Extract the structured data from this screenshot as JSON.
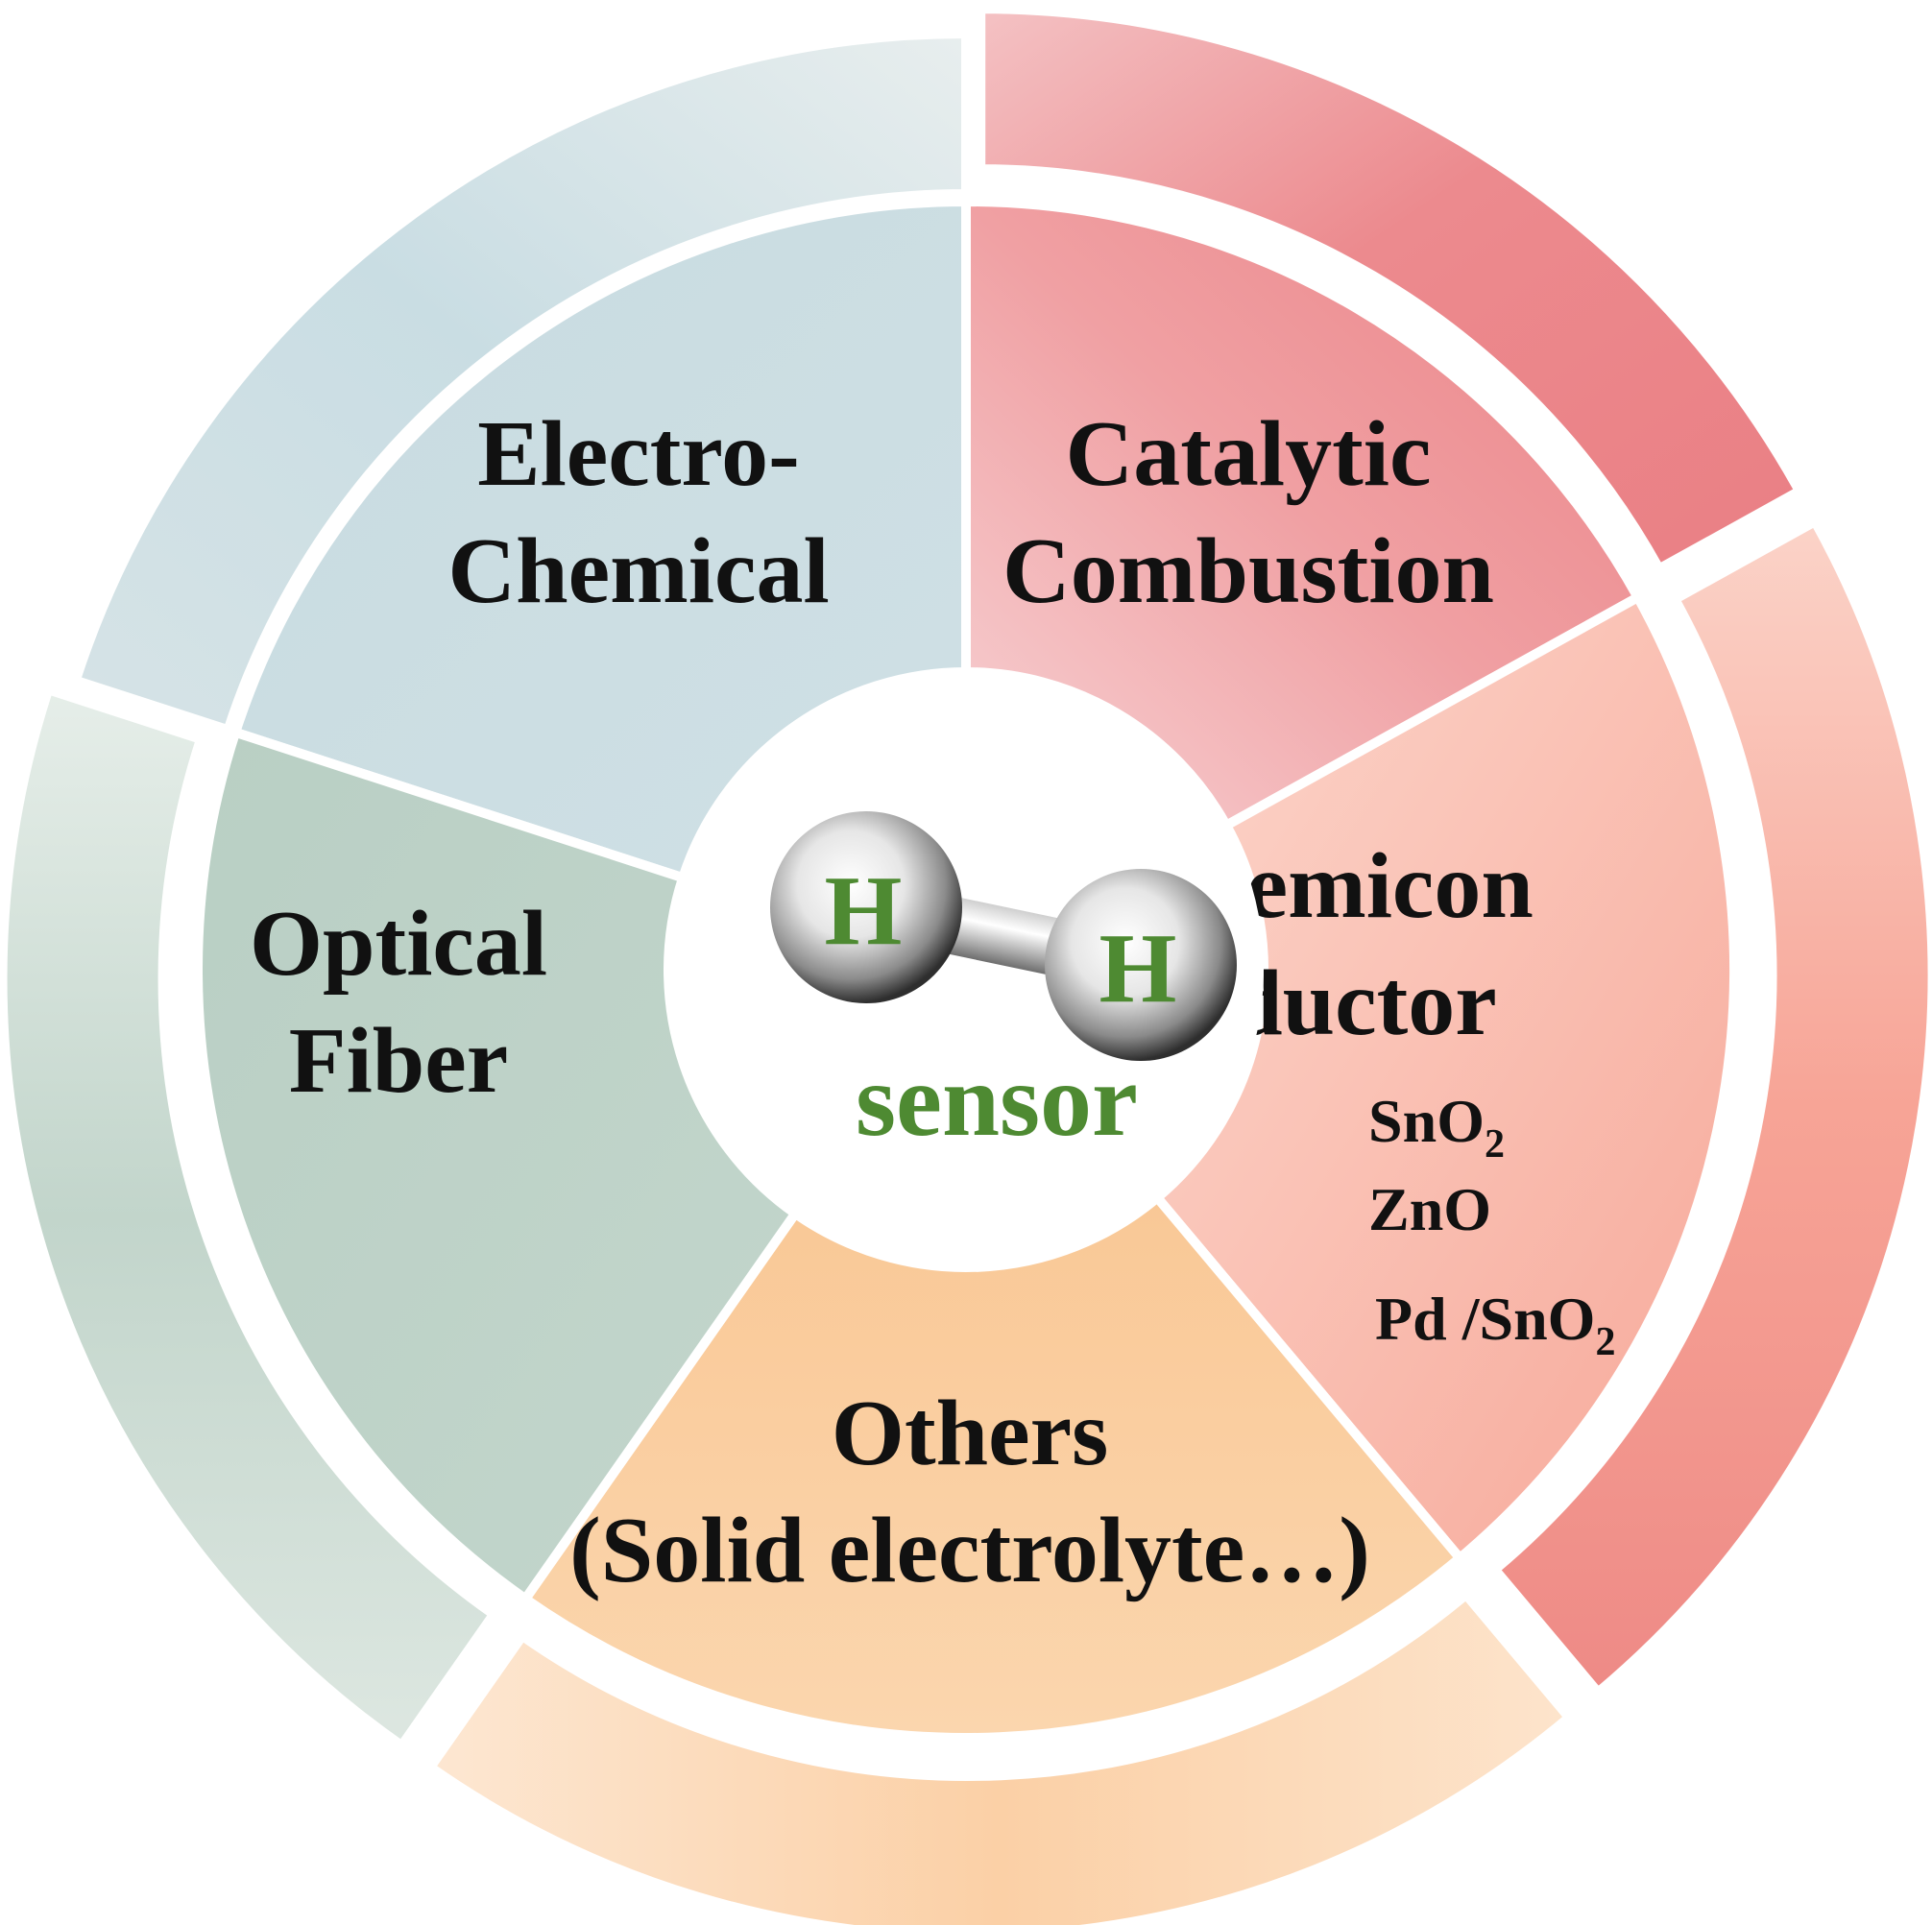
{
  "center": {
    "atom_symbol_left": "H",
    "atom_symbol_right": "H",
    "caption": "sensor",
    "molecule_icon": "hydrogen-molecule-icon"
  },
  "segments": [
    {
      "id": "electrochemical",
      "lines": [
        "Electro-",
        "Chemical"
      ],
      "materials": []
    },
    {
      "id": "catalytic",
      "lines": [
        "Catalytic",
        "Combustion"
      ],
      "materials": []
    },
    {
      "id": "semiconductor",
      "lines": [
        "Semicon",
        "ductor"
      ],
      "materials": [
        {
          "base": "SnO",
          "sub": "2"
        },
        {
          "base": "ZnO",
          "sub": ""
        },
        {
          "base": "Pd /SnO",
          "sub": "2"
        }
      ]
    },
    {
      "id": "others",
      "lines": [
        "Others",
        "(Solid electrolyte…)"
      ],
      "materials": []
    },
    {
      "id": "optical",
      "lines": [
        "Optical",
        "Fiber"
      ],
      "materials": []
    }
  ],
  "colors": {
    "electrochemical": "#c9dde3",
    "catalytic": "#ec8a8e",
    "semiconductor": "#f9b4a4",
    "others": "#f9cfa0",
    "optical": "#bcd1c7",
    "center_text": "#4e8a32",
    "label_text": "#111111"
  }
}
